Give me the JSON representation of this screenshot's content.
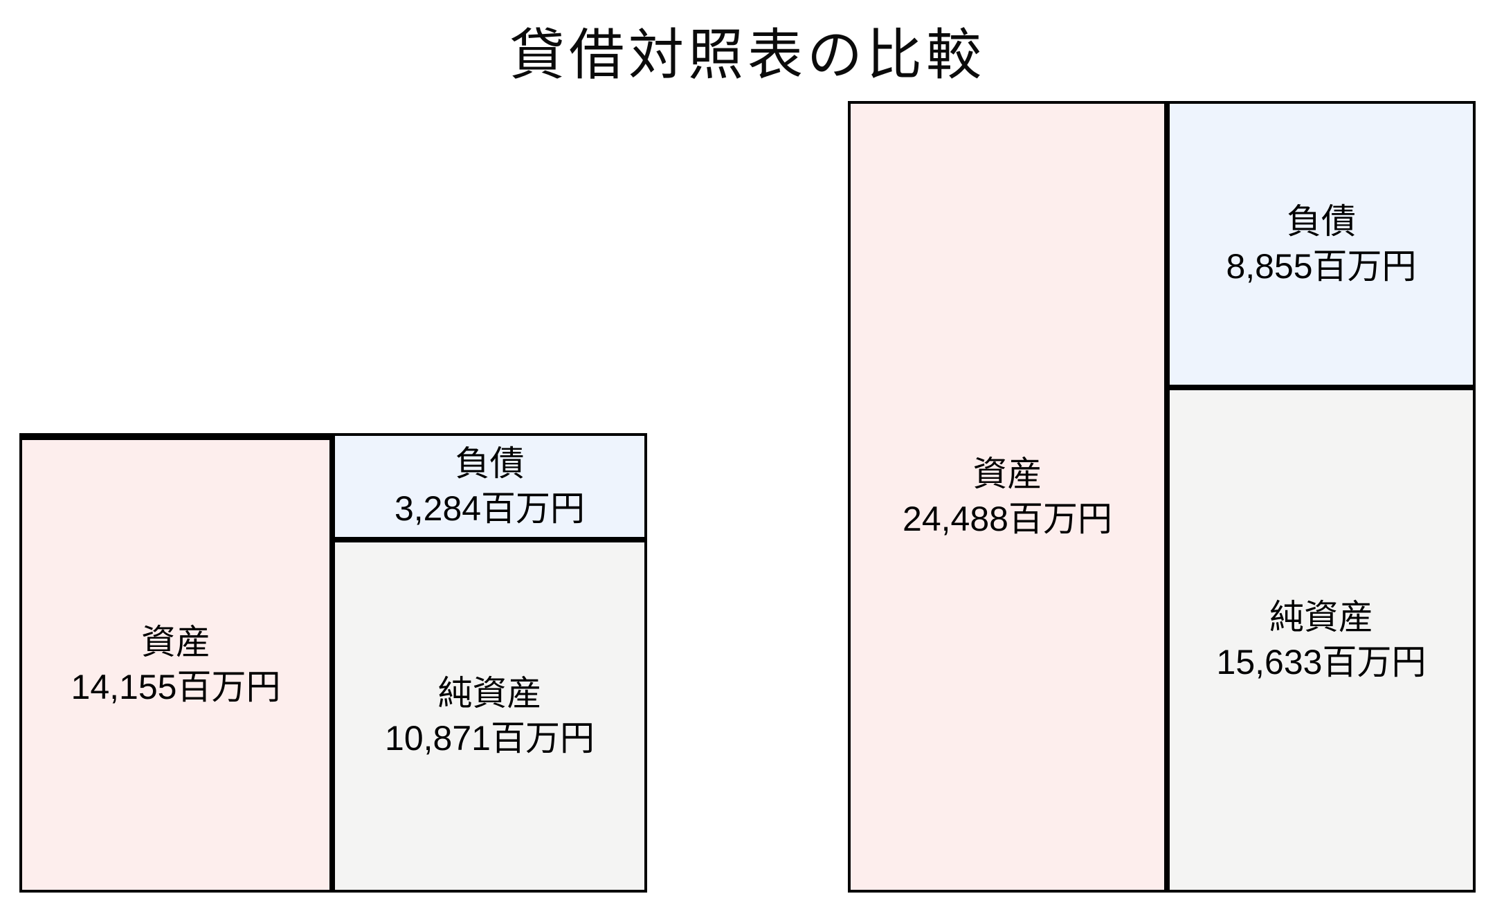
{
  "title": "貸借対照表の比較",
  "chart_data": {
    "type": "bar",
    "subtype": "stacked-balance-sheet-boxes",
    "title": "貸借対照表の比較",
    "unit": "百万円",
    "legend": false,
    "grid": false,
    "colors": {
      "assets_fill": "#fdeeed",
      "liabilities_fill": "#eef4fd",
      "net_assets_fill": "#f4f4f3",
      "border": "#000000",
      "text": "#000000",
      "background": "#ffffff"
    },
    "balance_sheets": [
      {
        "position": "left",
        "assets": {
          "label": "資産",
          "value": 14155,
          "value_text": "14,155百万円"
        },
        "liabilities": {
          "label": "負債",
          "value": 3284,
          "value_text": "3,284百万円"
        },
        "net_assets": {
          "label": "純資産",
          "value": 10871,
          "value_text": "10,871百万円"
        }
      },
      {
        "position": "right",
        "assets": {
          "label": "資産",
          "value": 24488,
          "value_text": "24,488百万円"
        },
        "liabilities": {
          "label": "負債",
          "value": 8855,
          "value_text": "8,855百万円"
        },
        "net_assets": {
          "label": "純資産",
          "value": 15633,
          "value_text": "15,633百万円"
        }
      }
    ]
  }
}
